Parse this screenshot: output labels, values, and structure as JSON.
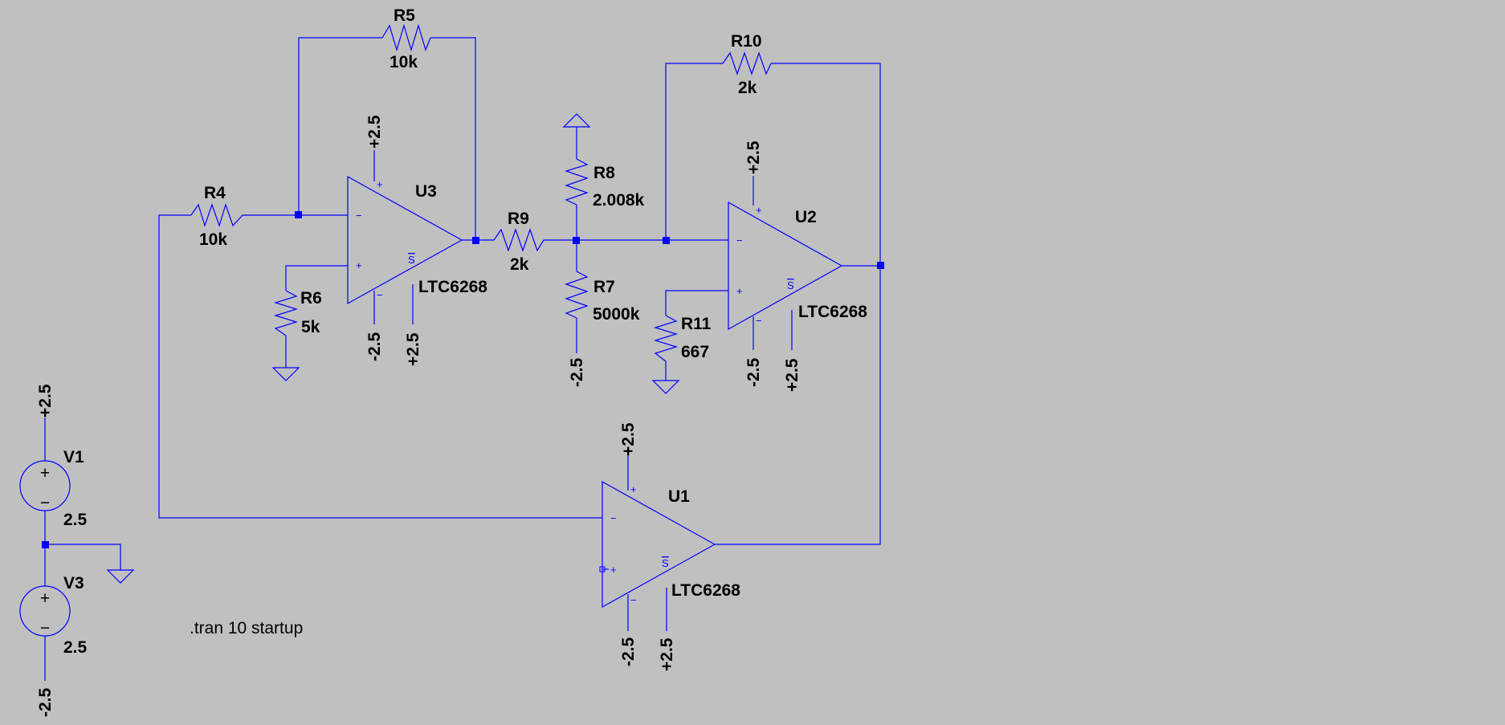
{
  "components": {
    "R4": {
      "name": "R4",
      "value": "10k"
    },
    "R5": {
      "name": "R5",
      "value": "10k"
    },
    "R6": {
      "name": "R6",
      "value": "5k"
    },
    "R7": {
      "name": "R7",
      "value": "5000k"
    },
    "R8": {
      "name": "R8",
      "value": "2.008k"
    },
    "R9": {
      "name": "R9",
      "value": "2k"
    },
    "R10": {
      "name": "R10",
      "value": "2k"
    },
    "R11": {
      "name": "R11",
      "value": "667"
    },
    "U1": {
      "name": "U1",
      "model": "LTC6268"
    },
    "U2": {
      "name": "U2",
      "model": "LTC6268"
    },
    "U3": {
      "name": "U3",
      "model": "LTC6268"
    },
    "V1": {
      "name": "V1",
      "value": "2.5"
    },
    "V3": {
      "name": "V3",
      "value": "2.5"
    }
  },
  "net_labels": {
    "pos": "+2.5",
    "neg": "-2.5"
  },
  "pin_symbols": {
    "plus": "+",
    "minus": "−",
    "shutdown": "S"
  },
  "directive": ".tran 10 startup",
  "colors": {
    "background": "#c0c0c0",
    "wire": "#0000ff",
    "text": "#000000"
  }
}
